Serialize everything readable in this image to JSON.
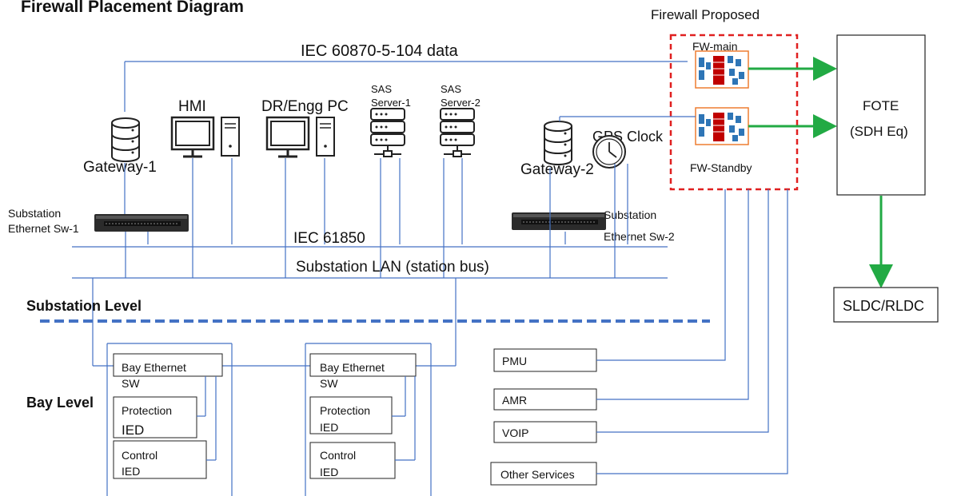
{
  "title": "Firewall Placement Diagram",
  "firewall_proposed_label": "Firewall Proposed",
  "iec104_label": "IEC 60870-5-104 data",
  "fw_main_label": "FW-main",
  "fw_standby_label": "FW-Standby",
  "fote_line1": "FOTE",
  "fote_line2": "(SDH Eq)",
  "sldc_label": "SLDC/RLDC",
  "gateway1_label": "Gateway-1",
  "gateway2_label": "Gateway-2",
  "hmi_label": "HMI",
  "drpc_label": "DR/Engg PC",
  "sas1_line1": "SAS",
  "sas1_line2": "Server-1",
  "sas2_line1": "SAS",
  "sas2_line2": "Server-2",
  "gps_label": "GPS Clock",
  "sw1_line1": "Substation",
  "sw1_line2": "Ethernet Sw-1",
  "sw2_line1": "Substation",
  "sw2_line2": "Ethernet Sw-2",
  "lan_line1": "IEC 61850",
  "lan_line2": "Substation LAN (station bus)",
  "substation_level": "Substation Level",
  "bay_level": "Bay Level",
  "bay_eth1": "Bay Ethernet",
  "bay_eth2": "SW",
  "prot1": "Protection",
  "prot2": "IED",
  "ctrl1": "Control",
  "ctrl2": "IED",
  "services": [
    "PMU",
    "AMR",
    "VOIP",
    "Other Services"
  ],
  "colors": {
    "line": "#4472c4",
    "firewall_box": "#e02020",
    "arrow": "#22aa44",
    "dash": "#4472c4",
    "fw_border": "#ed7d31"
  }
}
